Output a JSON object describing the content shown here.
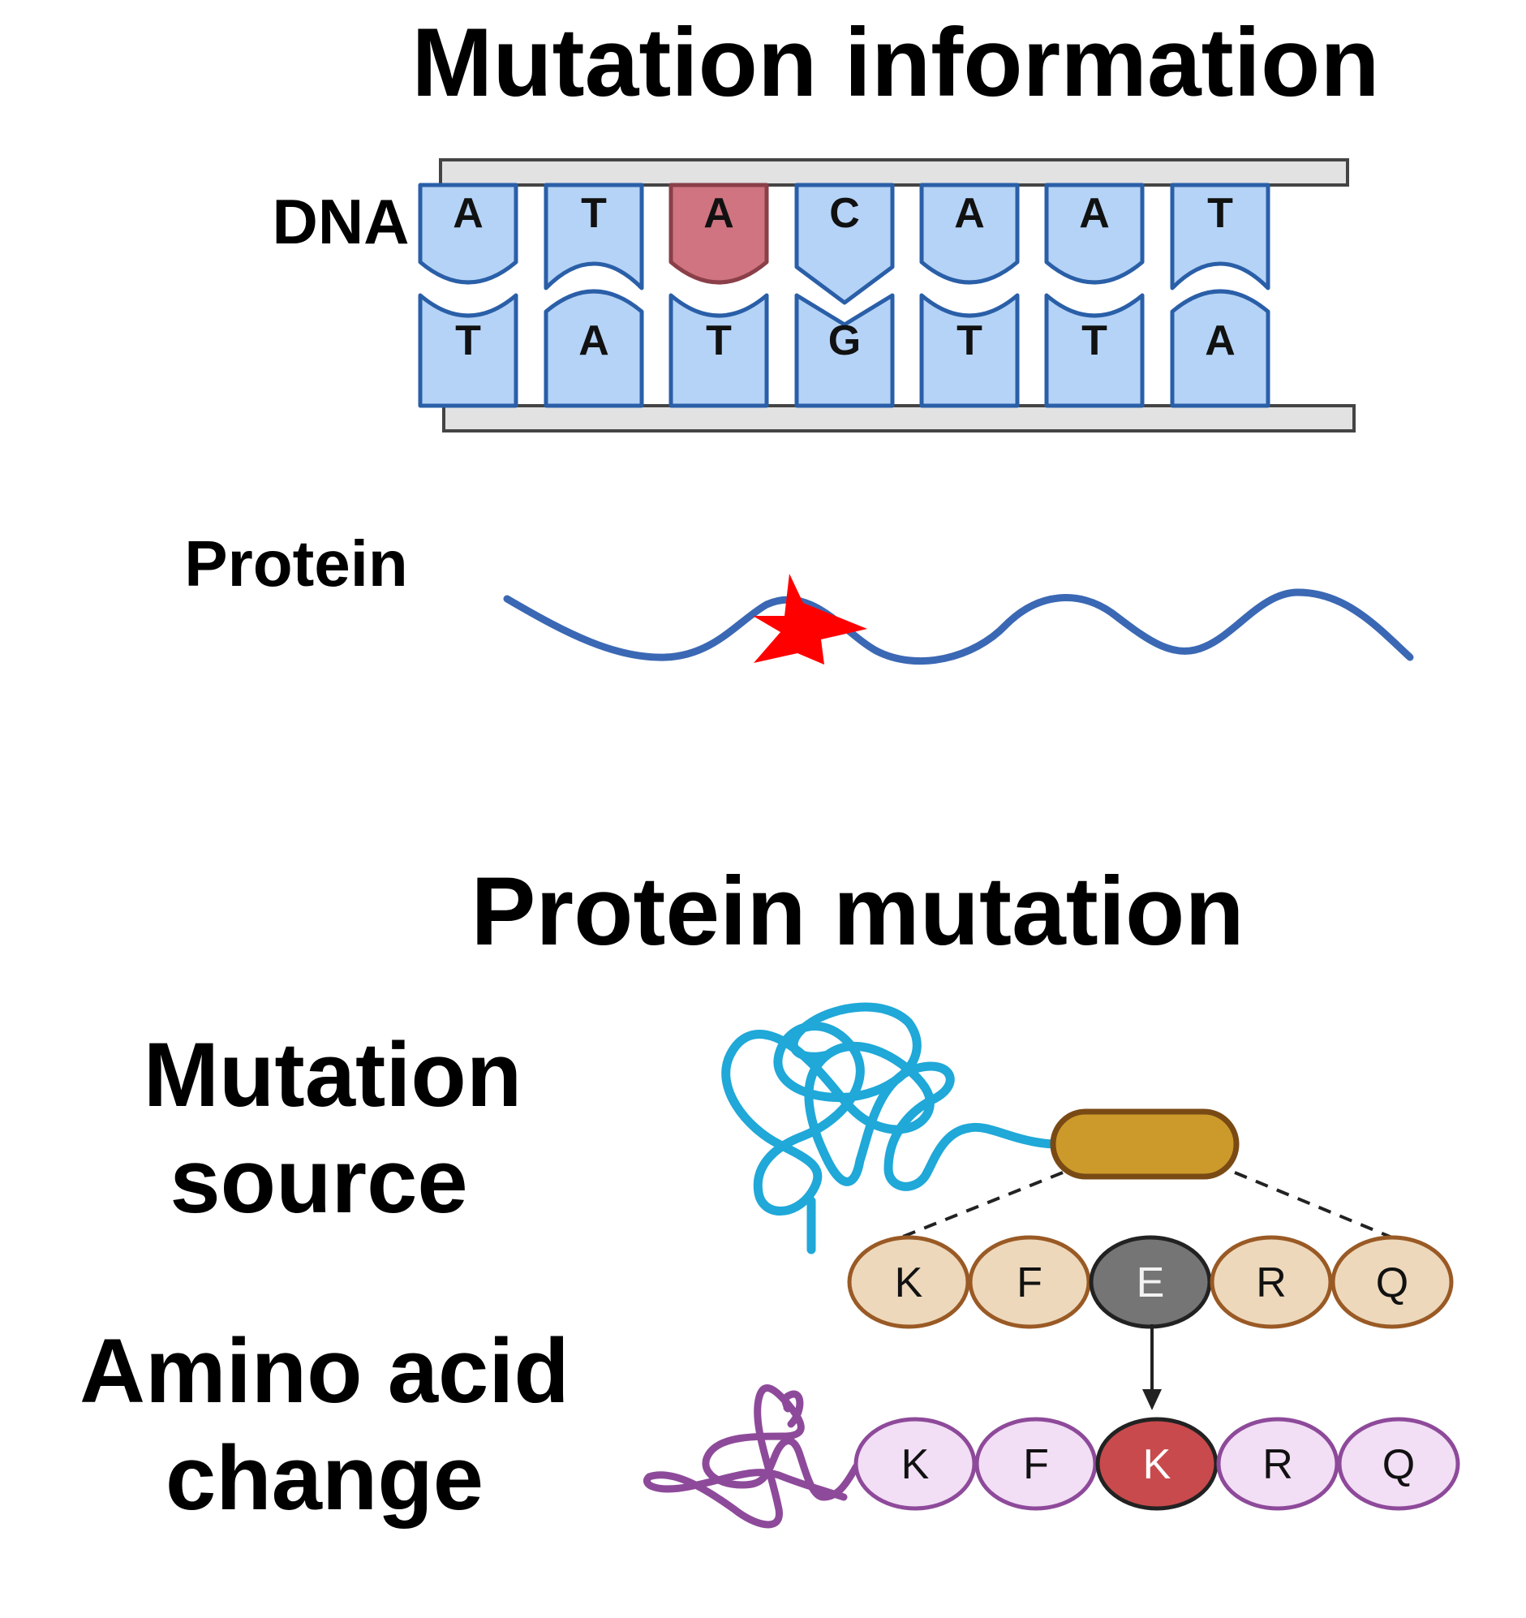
{
  "title_top": "Mutation information",
  "label_dna": "DNA",
  "label_protein": "Protein",
  "title_bottom": "Protein mutation",
  "label_mutation_source": [
    "Mutation",
    "source"
  ],
  "label_amino_acid_change": [
    "Amino acid",
    "change"
  ],
  "dna": {
    "top_strand": [
      "A",
      "T",
      "A",
      "C",
      "A",
      "A",
      "T"
    ],
    "bottom_strand": [
      "T",
      "A",
      "T",
      "G",
      "T",
      "T",
      "A"
    ],
    "mutated_index": 2
  },
  "aa_original": [
    "K",
    "F",
    "E",
    "R",
    "Q"
  ],
  "aa_mutated": [
    "K",
    "F",
    "K",
    "R",
    "Q"
  ],
  "mutated_aa_index": 2,
  "colors": {
    "base_fill": "#b5d3f6",
    "base_stroke": "#2a5fa8",
    "mutant_base_fill": "#cf7480",
    "mutant_base_stroke": "#8a3f49",
    "protein_line": "#3b68b4",
    "mutation_star": "#ff0000",
    "source_coil": "#1fa8d8",
    "domain_fill": "#cc9a2a",
    "domain_stroke": "#7a4a15",
    "aa_fill": "#edd8bb",
    "aa_stroke": "#9a5a25",
    "aa_highlight_fill": "#757575",
    "mut_aa_fill": "#f2def5",
    "mut_aa_stroke": "#8e4a9a",
    "mut_aa_highlight_fill": "#c84a4d",
    "changed_coil": "#8e4a9a"
  }
}
